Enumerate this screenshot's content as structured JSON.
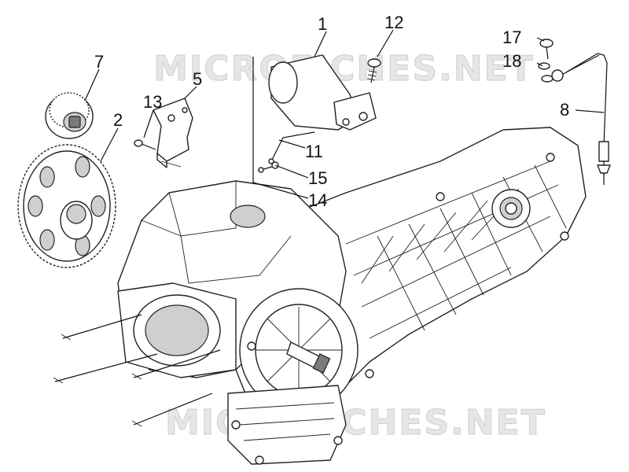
{
  "watermark": {
    "top": "MICROFICHES.NET",
    "bottom": "MICROFICHES.NET"
  },
  "callouts": [
    {
      "id": "1",
      "label": "1"
    },
    {
      "id": "12",
      "label": "12"
    },
    {
      "id": "17",
      "label": "17"
    },
    {
      "id": "18",
      "label": "18"
    },
    {
      "id": "7",
      "label": "7"
    },
    {
      "id": "5",
      "label": "5"
    },
    {
      "id": "13",
      "label": "13"
    },
    {
      "id": "2",
      "label": "2"
    },
    {
      "id": "8",
      "label": "8"
    },
    {
      "id": "11",
      "label": "11"
    },
    {
      "id": "15",
      "label": "15"
    },
    {
      "id": "14",
      "label": "14"
    }
  ]
}
